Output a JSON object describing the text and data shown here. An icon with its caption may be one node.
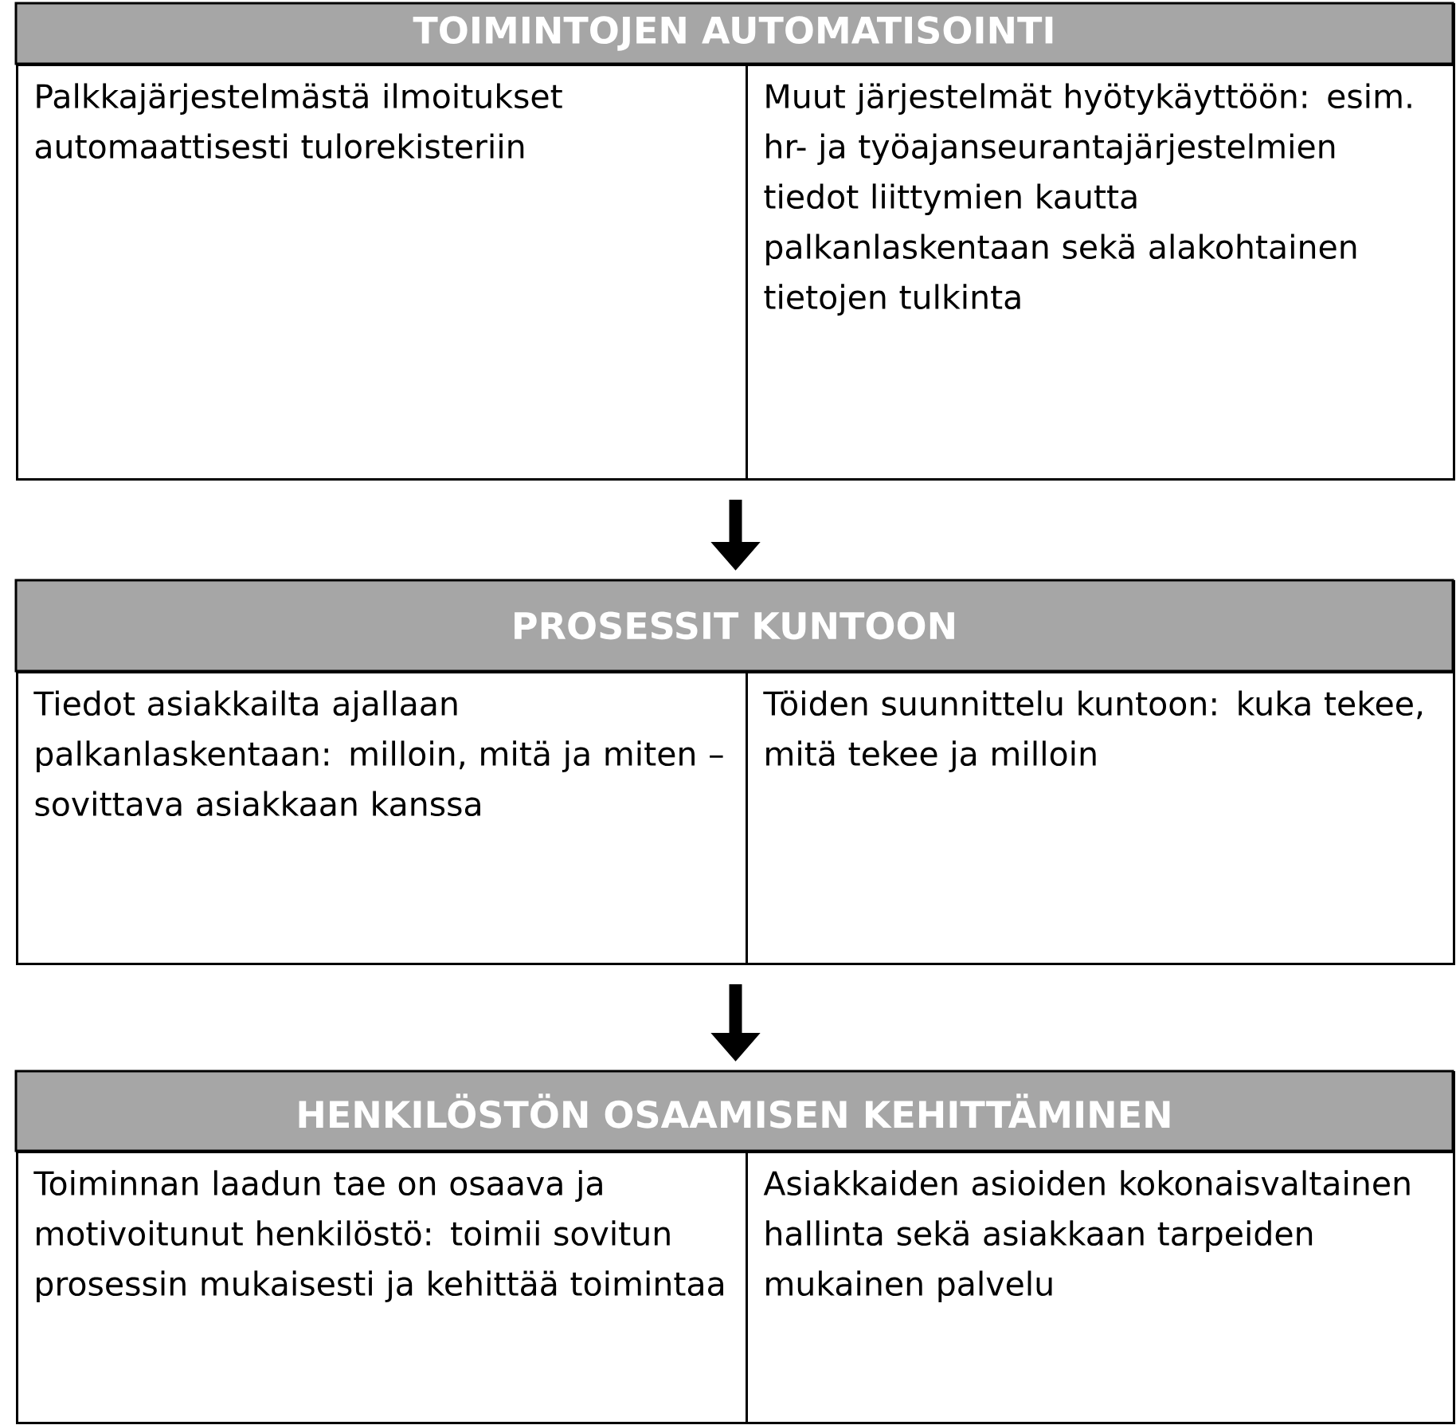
{
  "diagram": {
    "nodes": [
      {
        "text": [
          "TOIMINTOJEN AUTOMATISOINTI"
        ]
      },
      {
        "text": [
          "Palkkajärjestelmästä ilmoitukset automaattisesti tulorekisteriin"
        ],
        "in": 0
      },
      {
        "text": [
          "Muut järjestelmät hyötykäyttöön: esim. hr- ja työajanseurantajärjestelmien tiedot liittymien kautta palkanlaskentaan sekä alakohtainen tietojen tulkinta"
        ],
        "in": 0
      },
      {
        "text": [
          "PROSESSIT KUNTOON"
        ]
      },
      {
        "text": [
          "Tiedot asiakkailta ajallaan palkanlaskentaan: milloin, mitä ja miten – sovittava asiakkaan kanssa"
        ],
        "in": 3
      },
      {
        "text": [
          "Töiden suunnittelu kuntoon: kuka tekee, mitä tekee ja milloin"
        ],
        "in": 3
      },
      {
        "text": [
          "HENKILÖSTÖN OSAAMISEN KEHITTÄMINEN"
        ]
      },
      {
        "text": [
          "Toiminnan laadun tae on osaava ja motivoitunut henkilöstö: toimii sovitun prosessin mukaisesti ja kehittää toimintaa"
        ],
        "in": 6
      },
      {
        "text": [
          "Asiakkaiden asioiden kokonaisvaltainen hallinta sekä asiakkaan tarpeiden mukainen palvelu"
        ],
        "in": 6
      }
    ],
    "edges": [
      {
        "from": 0,
        "to": 3,
        "arrow": "to"
      },
      {
        "from": 3,
        "to": 6,
        "arrow": "to"
      }
    ]
  }
}
